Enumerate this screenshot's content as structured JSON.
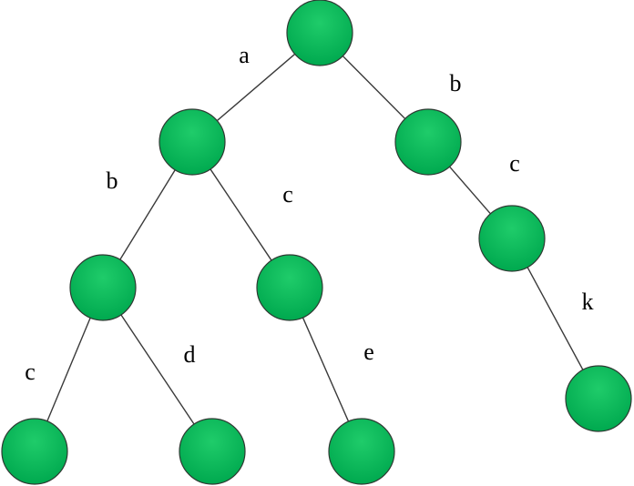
{
  "diagram": {
    "type": "trie",
    "node_color": "#00a94f",
    "node_color_light": "#1fcc6a",
    "edge_color": "#3a3a3a",
    "nodes": [
      {
        "id": "root"
      },
      {
        "id": "a"
      },
      {
        "id": "b"
      },
      {
        "id": "ab"
      },
      {
        "id": "ac"
      },
      {
        "id": "bc"
      },
      {
        "id": "abc"
      },
      {
        "id": "abd"
      },
      {
        "id": "ace"
      },
      {
        "id": "bck"
      }
    ],
    "edges": [
      {
        "from": "root",
        "to": "a",
        "label": "a"
      },
      {
        "from": "root",
        "to": "b",
        "label": "b"
      },
      {
        "from": "a",
        "to": "ab",
        "label": "b"
      },
      {
        "from": "a",
        "to": "ac",
        "label": "c"
      },
      {
        "from": "b",
        "to": "bc",
        "label": "c"
      },
      {
        "from": "ab",
        "to": "abc",
        "label": "c"
      },
      {
        "from": "ab",
        "to": "abd",
        "label": "d"
      },
      {
        "from": "ac",
        "to": "ace",
        "label": "e"
      },
      {
        "from": "bc",
        "to": "bck",
        "label": "k"
      }
    ]
  }
}
